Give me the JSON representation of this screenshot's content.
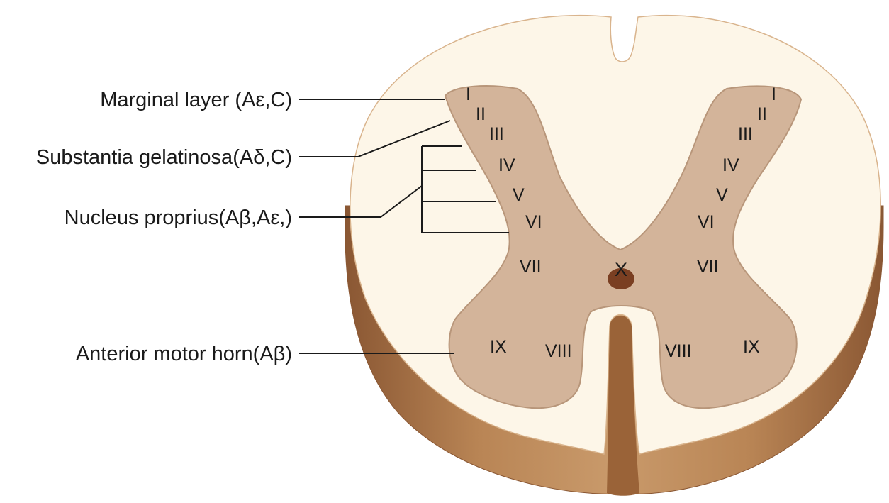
{
  "callouts": {
    "marginal_layer": "Marginal layer (Aε,C)",
    "substantia_gelatinosa": "Substantia gelatinosa(Aδ,C)",
    "nucleus_proprius": "Nucleus proprius(Aβ,Aε,)",
    "anterior_motor_horn": "Anterior motor horn(Aβ)"
  },
  "laminae": {
    "left": {
      "i": "I",
      "ii": "II",
      "iii": "III",
      "iv": "IV",
      "v": "V",
      "vi": "VI",
      "vii": "VII",
      "viii": "VIII",
      "ix": "IX"
    },
    "right": {
      "i": "I",
      "ii": "II",
      "iii": "III",
      "iv": "IV",
      "v": "V",
      "vi": "VI",
      "vii": "VII",
      "viii": "VIII",
      "ix": "IX"
    },
    "central": {
      "x": "X"
    }
  },
  "colors": {
    "white_matter": "#fdf6e8",
    "gray_matter": "#d3b49a",
    "gray_matter_edge": "#b8967a",
    "cord_side": "#b27a4f",
    "cord_side_dark": "#8a5733",
    "central_canal": "#7a3f22",
    "leader_line": "#1a1a1a"
  }
}
